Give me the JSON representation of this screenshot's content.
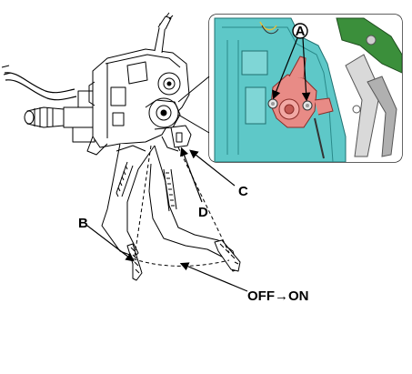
{
  "labels": {
    "a": "A",
    "b": "B",
    "c": "C",
    "d": "D",
    "off_on": "OFF→ON"
  },
  "colors": {
    "inset_bg": "#5ec8c8",
    "inset_dark": "#2a8a8a",
    "clamp_red": "#e88b86",
    "green_part": "#3b8f3b",
    "line": "#000000"
  }
}
